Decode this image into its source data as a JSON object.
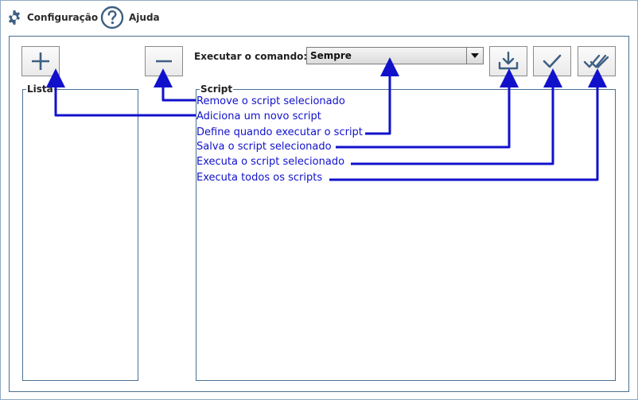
{
  "menu": {
    "config_label": "Configuração",
    "help_label": "Ajuda"
  },
  "toolbar": {
    "command_label": "Executar o comando:",
    "command_value": "Sempre"
  },
  "groups": {
    "list_title": "Lista",
    "script_title": "Script"
  },
  "annotations": [
    "Remove o script selecionado",
    "Adiciona um novo script",
    "Define quando executar o script",
    "Salva o script selecionado",
    "Executa o script selecionado",
    "Executa todos os scripts"
  ],
  "colors": {
    "annotation": "#1111cc",
    "icon": "#3d5f82"
  }
}
